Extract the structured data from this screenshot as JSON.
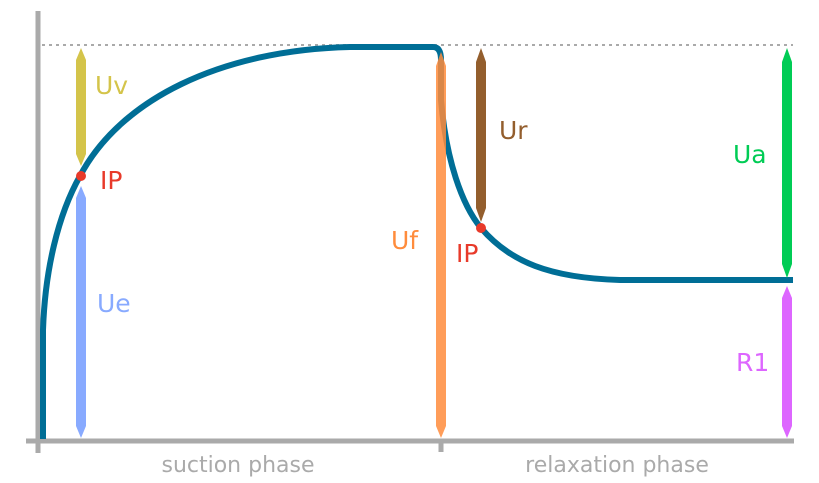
{
  "labels": {
    "uv": "Uv",
    "ip_suction": "IP",
    "ue": "Ue",
    "uf": "Uf",
    "ip_relaxation": "IP",
    "ur": "Ur",
    "ua": "Ua",
    "r1": "R1"
  },
  "phases": {
    "suction": "suction phase",
    "relaxation": "relaxation phase"
  },
  "colors": {
    "axis": "#aaaaaa",
    "curve": "#006e96",
    "ip": "#e83a2a",
    "uv": "#d4c44a",
    "ue": "#88aaff",
    "uf": "#ff8c3c",
    "ur": "#935e2d",
    "ua": "#00cc55",
    "r1": "#dd66ff"
  }
}
